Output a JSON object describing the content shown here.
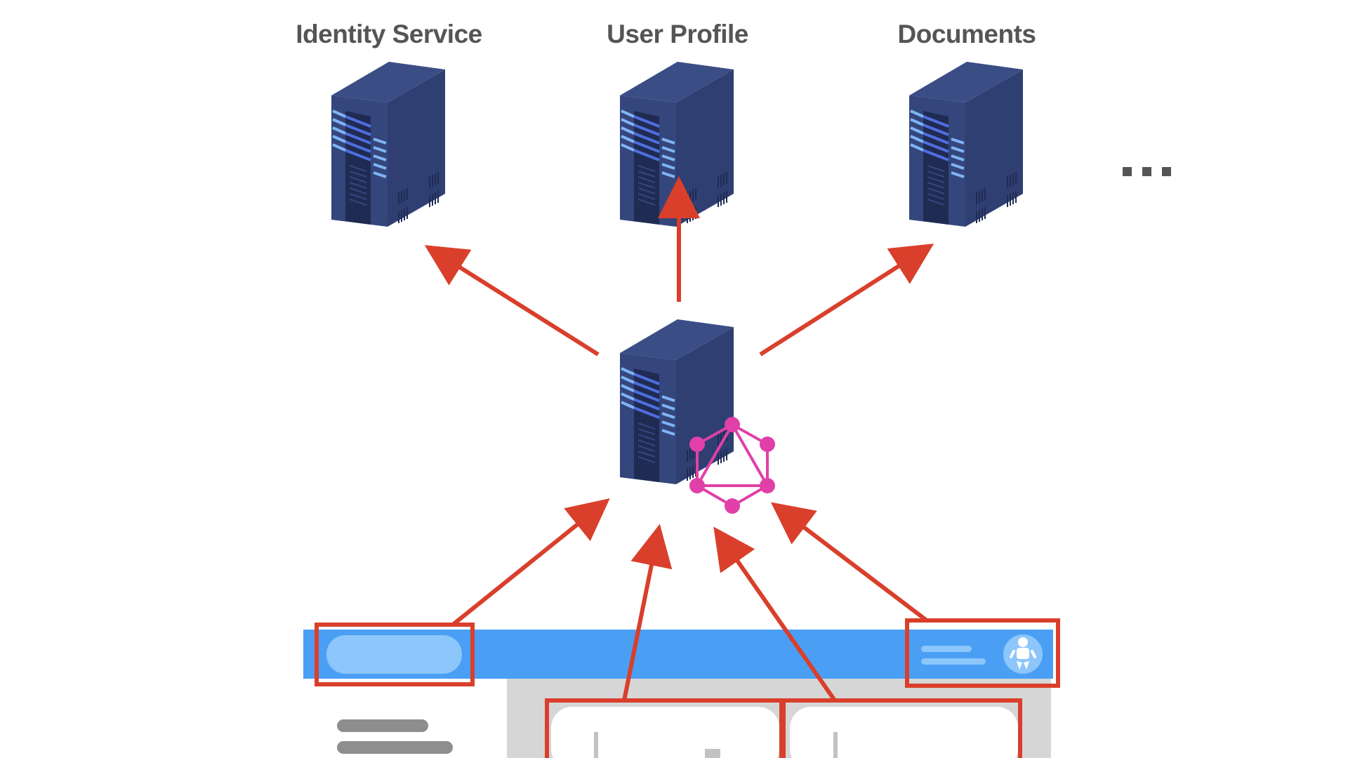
{
  "diagram": {
    "title": "GraphQL gateway architecture",
    "services": [
      {
        "id": "identity",
        "label": "Identity Service"
      },
      {
        "id": "profile",
        "label": "User Profile"
      },
      {
        "id": "documents",
        "label": "Documents"
      }
    ],
    "more_services_indicator": "...",
    "gateway": {
      "id": "gateway",
      "icon": "graphql-logo-icon"
    },
    "client_ui": {
      "regions": [
        {
          "id": "search-region",
          "description": "search bar in top app bar"
        },
        {
          "id": "user-menu-region",
          "description": "user name and avatar in top app bar"
        },
        {
          "id": "card-left-region",
          "description": "left content card"
        },
        {
          "id": "card-right-region",
          "description": "right content card"
        }
      ]
    },
    "edges": [
      {
        "from": "gateway",
        "to": "identity"
      },
      {
        "from": "gateway",
        "to": "profile"
      },
      {
        "from": "gateway",
        "to": "documents"
      },
      {
        "from": "search-region",
        "to": "gateway"
      },
      {
        "from": "card-left-region",
        "to": "gateway"
      },
      {
        "from": "card-right-region",
        "to": "gateway"
      },
      {
        "from": "user-menu-region",
        "to": "gateway"
      }
    ],
    "colors": {
      "arrow": "#d93f2b",
      "server_dark": "#2f3f72",
      "server_light": "#3b4d85",
      "server_stripe": "#7fb4f5",
      "graphql": "#e040a8",
      "app_bar": "#4a9ff5",
      "search_pill": "#8cc6fa",
      "panel_gray": "#d6d6d6",
      "label_text": "#555555"
    }
  }
}
